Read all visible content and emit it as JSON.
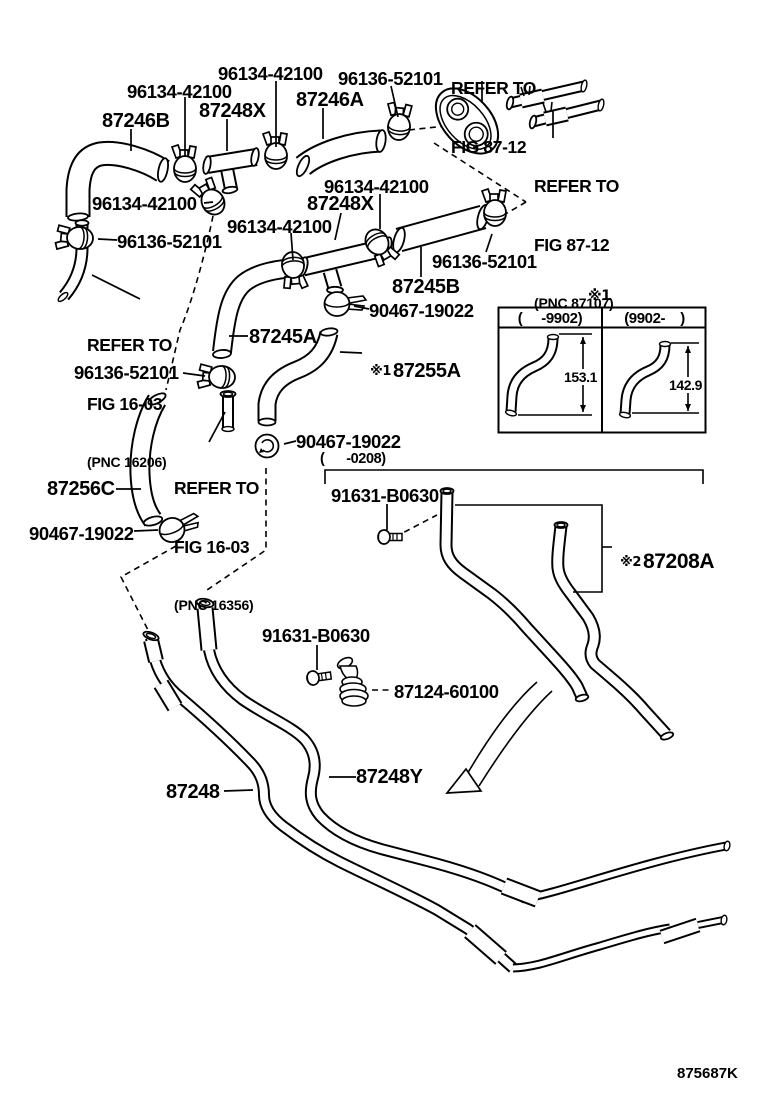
{
  "colors": {
    "ink": "#000000",
    "paper": "#ffffff"
  },
  "footer_code": "875687K",
  "part_labels": {
    "hose_87246B": "87246B",
    "clamp_96134_top_left": "96134-42100",
    "tee_87248X_top": "87248X",
    "clamp_96134_top_center": "96134-42100",
    "hose_87246A": "87246A",
    "clamp_96136_top_right": "96136-52101",
    "clamp_96134_mid_left": "96134-42100",
    "clamp_96136_mid_left": "96136-52101",
    "clamp_96134_center": "96134-42100",
    "tee_87248X_mid": "87248X",
    "clamp_96134_mid_right": "96134-42100",
    "clamp_96136_mid_right": "96136-52101",
    "hose_87245B": "87245B",
    "clamp_90467_mid": "90467-19022",
    "hose_87245A": "87245A",
    "clamp_96136_lower_left": "96136-52101",
    "ref1_mark": "※1",
    "hose_87255A": "87255A",
    "hose_87256C": "87256C",
    "clamp_90467_left": "90467-19022",
    "clamp_90467_right": "90467-19022",
    "date_range": "(      -0208)",
    "bolt_91631_upper": "91631-B0630",
    "ref2_mark": "※2",
    "pipe_87208A": "87208A",
    "bolt_91631_lower": "91631-B0630",
    "valve_87124": "87124-60100",
    "pipe_87248": "87248",
    "pipe_87248Y": "87248Y"
  },
  "references": {
    "fig8712_top": [
      "REFER TO",
      "FIG 87-12"
    ],
    "fig8712_right": [
      "REFER TO",
      "FIG 87-12",
      "(PNC 87107)"
    ],
    "fig1603_left": [
      "REFER TO",
      "FIG 16-03",
      "(PNC 16206)"
    ],
    "fig1603_mid": [
      "REFER TO",
      "FIG 16-03",
      "(PNC 16356)"
    ]
  },
  "inset": {
    "ref_mark": "※1",
    "columns": [
      {
        "header": "(     -9902)",
        "dimension": "153.1"
      },
      {
        "header": "(9902-    )",
        "dimension": "142.9"
      }
    ]
  }
}
